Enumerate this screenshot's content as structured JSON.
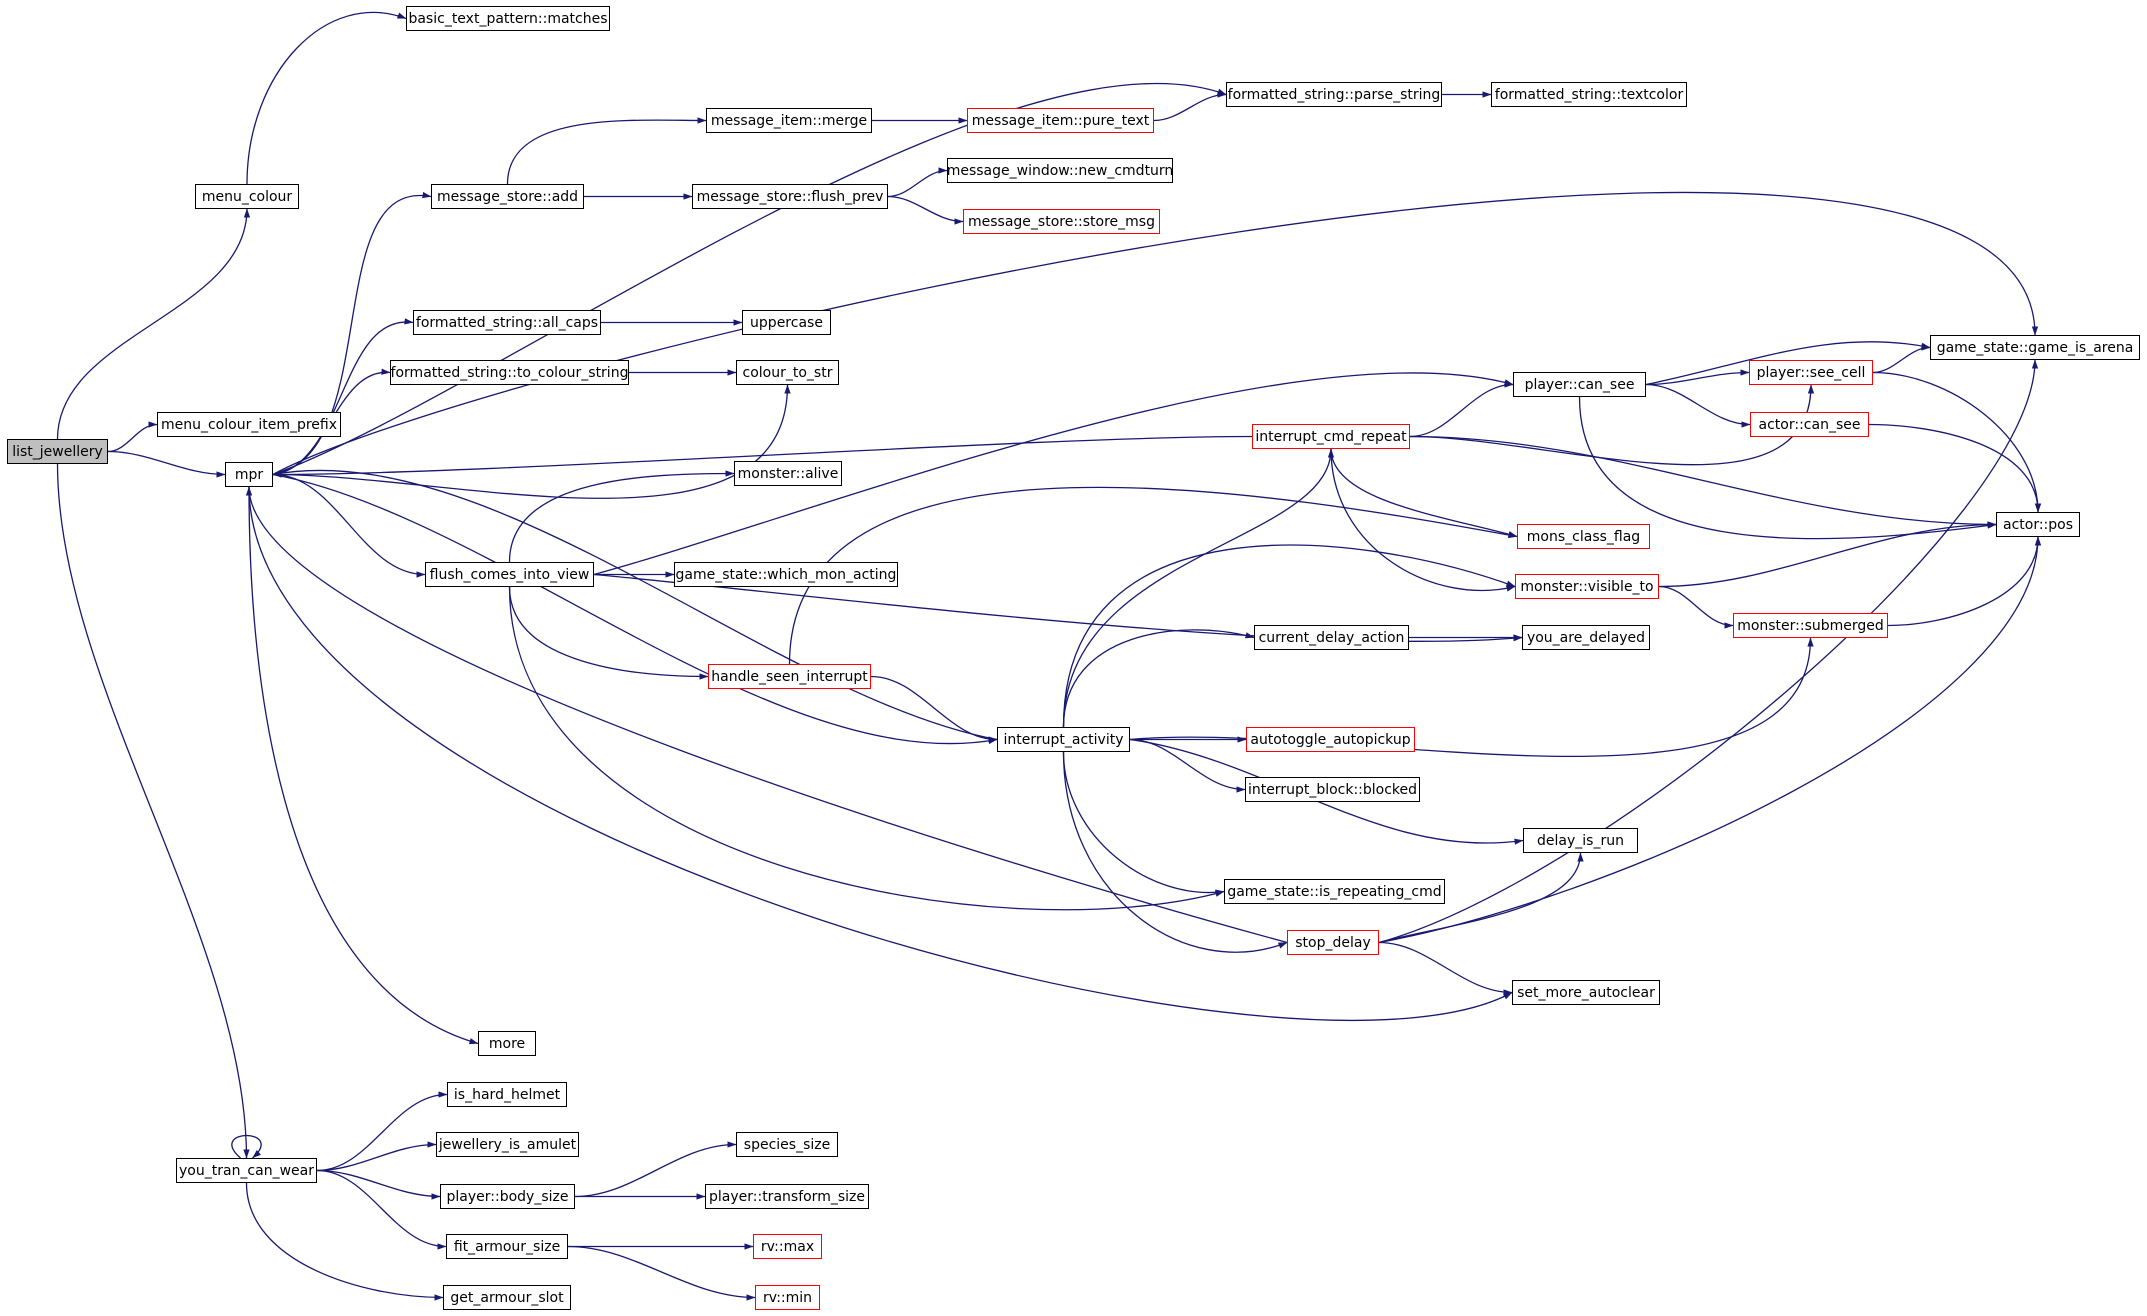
{
  "graph": {
    "edge_color": "#191970",
    "root_fill": "#bfbfbf",
    "nodes": [
      {
        "id": "list_jewellery",
        "label": "list_jewellery",
        "style": "root"
      },
      {
        "id": "basic_text_pattern_matches",
        "label": "basic_text_pattern::matches",
        "style": "normal"
      },
      {
        "id": "menu_colour",
        "label": "menu_colour",
        "style": "normal"
      },
      {
        "id": "menu_colour_item_prefix",
        "label": "menu_colour_item_prefix",
        "style": "normal"
      },
      {
        "id": "mpr",
        "label": "mpr",
        "style": "normal"
      },
      {
        "id": "formatted_string_parse_string",
        "label": "formatted_string::parse_string",
        "style": "normal"
      },
      {
        "id": "formatted_string_textcolor",
        "label": "formatted_string::textcolor",
        "style": "normal"
      },
      {
        "id": "message_item_merge",
        "label": "message_item::merge",
        "style": "normal"
      },
      {
        "id": "message_item_pure_text",
        "label": "message_item::pure_text",
        "style": "red"
      },
      {
        "id": "message_store_add",
        "label": "message_store::add",
        "style": "normal"
      },
      {
        "id": "message_store_flush_prev",
        "label": "message_store::flush_prev",
        "style": "normal"
      },
      {
        "id": "message_window_new_cmdturn",
        "label": "message_window::new_cmdturn",
        "style": "normal"
      },
      {
        "id": "message_store_store_msg",
        "label": "message_store::store_msg",
        "style": "red"
      },
      {
        "id": "formatted_string_all_caps",
        "label": "formatted_string::all_caps",
        "style": "normal"
      },
      {
        "id": "uppercase",
        "label": "uppercase",
        "style": "normal"
      },
      {
        "id": "formatted_string_to_colour_string",
        "label": "formatted_string::to_colour_string",
        "style": "normal"
      },
      {
        "id": "colour_to_str",
        "label": "colour_to_str",
        "style": "normal"
      },
      {
        "id": "game_state_game_is_arena",
        "label": "game_state::game_is_arena",
        "style": "normal"
      },
      {
        "id": "player_can_see",
        "label": "player::can_see",
        "style": "normal"
      },
      {
        "id": "player_see_cell",
        "label": "player::see_cell",
        "style": "red"
      },
      {
        "id": "actor_can_see",
        "label": "actor::can_see",
        "style": "red"
      },
      {
        "id": "interrupt_cmd_repeat",
        "label": "interrupt_cmd_repeat",
        "style": "red"
      },
      {
        "id": "monster_alive",
        "label": "monster::alive",
        "style": "normal"
      },
      {
        "id": "actor_pos",
        "label": "actor::pos",
        "style": "normal"
      },
      {
        "id": "mons_class_flag",
        "label": "mons_class_flag",
        "style": "red"
      },
      {
        "id": "flush_comes_into_view",
        "label": "flush_comes_into_view",
        "style": "normal"
      },
      {
        "id": "game_state_which_mon_acting",
        "label": "game_state::which_mon_acting",
        "style": "normal"
      },
      {
        "id": "monster_visible_to",
        "label": "monster::visible_to",
        "style": "red"
      },
      {
        "id": "monster_submerged",
        "label": "monster::submerged",
        "style": "red"
      },
      {
        "id": "current_delay_action",
        "label": "current_delay_action",
        "style": "normal"
      },
      {
        "id": "you_are_delayed",
        "label": "you_are_delayed",
        "style": "normal"
      },
      {
        "id": "handle_seen_interrupt",
        "label": "handle_seen_interrupt",
        "style": "red"
      },
      {
        "id": "interrupt_activity",
        "label": "interrupt_activity",
        "style": "normal"
      },
      {
        "id": "autotoggle_autopickup",
        "label": "autotoggle_autopickup",
        "style": "red"
      },
      {
        "id": "interrupt_block_blocked",
        "label": "interrupt_block::blocked",
        "style": "normal"
      },
      {
        "id": "delay_is_run",
        "label": "delay_is_run",
        "style": "normal"
      },
      {
        "id": "game_state_is_repeating_cmd",
        "label": "game_state::is_repeating_cmd",
        "style": "normal"
      },
      {
        "id": "stop_delay",
        "label": "stop_delay",
        "style": "red"
      },
      {
        "id": "set_more_autoclear",
        "label": "set_more_autoclear",
        "style": "normal"
      },
      {
        "id": "more",
        "label": "more",
        "style": "normal"
      },
      {
        "id": "is_hard_helmet",
        "label": "is_hard_helmet",
        "style": "normal"
      },
      {
        "id": "jewellery_is_amulet",
        "label": "jewellery_is_amulet",
        "style": "normal"
      },
      {
        "id": "species_size",
        "label": "species_size",
        "style": "normal"
      },
      {
        "id": "you_tran_can_wear",
        "label": "you_tran_can_wear",
        "style": "normal"
      },
      {
        "id": "player_body_size",
        "label": "player::body_size",
        "style": "normal"
      },
      {
        "id": "player_transform_size",
        "label": "player::transform_size",
        "style": "normal"
      },
      {
        "id": "fit_armour_size",
        "label": "fit_armour_size",
        "style": "normal"
      },
      {
        "id": "rv_max",
        "label": "rv::max",
        "style": "red"
      },
      {
        "id": "rv_min",
        "label": "rv::min",
        "style": "red"
      },
      {
        "id": "get_armour_slot",
        "label": "get_armour_slot",
        "style": "normal"
      }
    ],
    "edges": [
      {
        "from": "list_jewellery",
        "to": "menu_colour"
      },
      {
        "from": "list_jewellery",
        "to": "menu_colour_item_prefix"
      },
      {
        "from": "list_jewellery",
        "to": "mpr"
      },
      {
        "from": "list_jewellery",
        "to": "you_tran_can_wear"
      },
      {
        "from": "menu_colour",
        "to": "basic_text_pattern_matches"
      },
      {
        "from": "mpr",
        "to": "formatted_string_parse_string"
      },
      {
        "from": "mpr",
        "to": "message_store_add"
      },
      {
        "from": "mpr",
        "to": "game_state_game_is_arena"
      },
      {
        "from": "mpr",
        "to": "formatted_string_all_caps"
      },
      {
        "from": "mpr",
        "to": "formatted_string_to_colour_string"
      },
      {
        "from": "mpr",
        "to": "colour_to_str"
      },
      {
        "from": "mpr",
        "to": "flush_comes_into_view"
      },
      {
        "from": "mpr",
        "to": "interrupt_activity"
      },
      {
        "from": "mpr",
        "to": "more"
      },
      {
        "from": "mpr",
        "to": "set_more_autoclear"
      },
      {
        "from": "message_store_add",
        "to": "message_item_merge"
      },
      {
        "from": "message_store_add",
        "to": "message_store_flush_prev"
      },
      {
        "from": "message_item_merge",
        "to": "message_item_pure_text"
      },
      {
        "from": "message_item_pure_text",
        "to": "formatted_string_parse_string"
      },
      {
        "from": "formatted_string_parse_string",
        "to": "formatted_string_textcolor"
      },
      {
        "from": "message_store_flush_prev",
        "to": "message_window_new_cmdturn"
      },
      {
        "from": "message_store_flush_prev",
        "to": "message_store_store_msg"
      },
      {
        "from": "formatted_string_all_caps",
        "to": "uppercase"
      },
      {
        "from": "formatted_string_to_colour_string",
        "to": "colour_to_str"
      },
      {
        "from": "flush_comes_into_view",
        "to": "monster_alive"
      },
      {
        "from": "flush_comes_into_view",
        "to": "game_state_which_mon_acting"
      },
      {
        "from": "flush_comes_into_view",
        "to": "player_can_see"
      },
      {
        "from": "flush_comes_into_view",
        "to": "you_are_delayed"
      },
      {
        "from": "flush_comes_into_view",
        "to": "handle_seen_interrupt"
      },
      {
        "from": "flush_comes_into_view",
        "to": "game_state_is_repeating_cmd"
      },
      {
        "from": "handle_seen_interrupt",
        "to": "mons_class_flag"
      },
      {
        "from": "handle_seen_interrupt",
        "to": "interrupt_activity"
      },
      {
        "from": "interrupt_activity",
        "to": "mpr"
      },
      {
        "from": "interrupt_activity",
        "to": "interrupt_cmd_repeat"
      },
      {
        "from": "interrupt_activity",
        "to": "monster_visible_to"
      },
      {
        "from": "interrupt_activity",
        "to": "current_delay_action"
      },
      {
        "from": "interrupt_activity",
        "to": "monster_submerged"
      },
      {
        "from": "interrupt_activity",
        "to": "autotoggle_autopickup"
      },
      {
        "from": "interrupt_activity",
        "to": "interrupt_block_blocked"
      },
      {
        "from": "interrupt_activity",
        "to": "delay_is_run"
      },
      {
        "from": "interrupt_activity",
        "to": "game_state_is_repeating_cmd"
      },
      {
        "from": "interrupt_activity",
        "to": "stop_delay"
      },
      {
        "from": "interrupt_cmd_repeat",
        "to": "mpr"
      },
      {
        "from": "interrupt_cmd_repeat",
        "to": "player_can_see"
      },
      {
        "from": "interrupt_cmd_repeat",
        "to": "player_see_cell"
      },
      {
        "from": "interrupt_cmd_repeat",
        "to": "mons_class_flag"
      },
      {
        "from": "interrupt_cmd_repeat",
        "to": "monster_visible_to"
      },
      {
        "from": "interrupt_cmd_repeat",
        "to": "actor_pos"
      },
      {
        "from": "player_can_see",
        "to": "game_state_game_is_arena"
      },
      {
        "from": "player_can_see",
        "to": "player_see_cell"
      },
      {
        "from": "player_can_see",
        "to": "actor_can_see"
      },
      {
        "from": "player_can_see",
        "to": "actor_pos"
      },
      {
        "from": "player_see_cell",
        "to": "game_state_game_is_arena"
      },
      {
        "from": "player_see_cell",
        "to": "actor_pos"
      },
      {
        "from": "actor_can_see",
        "to": "actor_pos"
      },
      {
        "from": "monster_visible_to",
        "to": "actor_pos"
      },
      {
        "from": "monster_visible_to",
        "to": "monster_submerged"
      },
      {
        "from": "monster_submerged",
        "to": "actor_pos"
      },
      {
        "from": "current_delay_action",
        "to": "you_are_delayed"
      },
      {
        "from": "stop_delay",
        "to": "mpr"
      },
      {
        "from": "stop_delay",
        "to": "delay_is_run"
      },
      {
        "from": "stop_delay",
        "to": "game_state_game_is_arena"
      },
      {
        "from": "stop_delay",
        "to": "actor_pos"
      },
      {
        "from": "stop_delay",
        "to": "set_more_autoclear"
      },
      {
        "from": "you_tran_can_wear",
        "to": "you_tran_can_wear"
      },
      {
        "from": "you_tran_can_wear",
        "to": "is_hard_helmet"
      },
      {
        "from": "you_tran_can_wear",
        "to": "jewellery_is_amulet"
      },
      {
        "from": "you_tran_can_wear",
        "to": "player_body_size"
      },
      {
        "from": "you_tran_can_wear",
        "to": "fit_armour_size"
      },
      {
        "from": "you_tran_can_wear",
        "to": "get_armour_slot"
      },
      {
        "from": "player_body_size",
        "to": "species_size"
      },
      {
        "from": "player_body_size",
        "to": "player_transform_size"
      },
      {
        "from": "fit_armour_size",
        "to": "rv_max"
      },
      {
        "from": "fit_armour_size",
        "to": "rv_min"
      }
    ]
  }
}
